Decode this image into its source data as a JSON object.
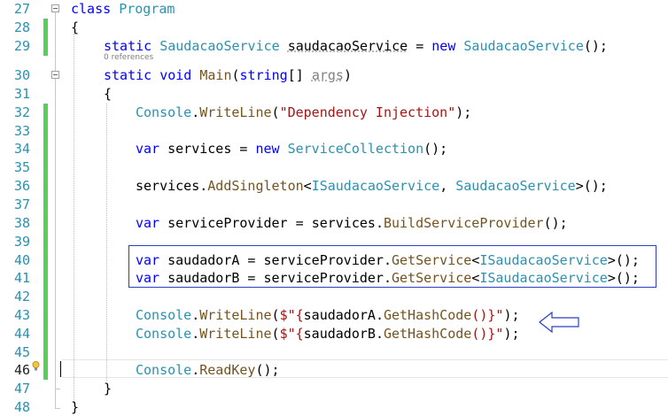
{
  "editor": {
    "lines": [
      {
        "num": "27"
      },
      {
        "num": "28"
      },
      {
        "num": "29"
      },
      {
        "num": "30"
      },
      {
        "num": "31"
      },
      {
        "num": "32"
      },
      {
        "num": "33"
      },
      {
        "num": "34"
      },
      {
        "num": "35"
      },
      {
        "num": "36"
      },
      {
        "num": "37"
      },
      {
        "num": "38"
      },
      {
        "num": "39"
      },
      {
        "num": "40"
      },
      {
        "num": "41"
      },
      {
        "num": "42"
      },
      {
        "num": "43"
      },
      {
        "num": "44"
      },
      {
        "num": "45"
      },
      {
        "num": "46"
      },
      {
        "num": "47"
      },
      {
        "num": "48"
      }
    ],
    "codelens": "0 references",
    "tokens": {
      "class_kw": "class",
      "program": "Program",
      "open_brace": "{",
      "close_brace": "}",
      "static_kw": "static",
      "void_kw": "void",
      "saudacao_service_type": "SaudacaoService",
      "saudacao_service_field": "saudacaoService",
      "eq": " = ",
      "new_kw": "new",
      "ctor_tail": "();",
      "main": "Main",
      "string_kw": "string",
      "args_open": "(",
      "args_mid": "[] ",
      "args": "args",
      "args_close": ")",
      "console": "Console",
      "dot": ".",
      "writeline": "WriteLine",
      "str_di": "\"Dependency Injection\"",
      "paren_semicolon": ");",
      "var_kw": "var",
      "services": "services",
      "service_collection": "ServiceCollection",
      "add_singleton": "AddSingleton",
      "lt": "<",
      "isaudacao": "ISaudacaoService",
      "comma": ", ",
      "gt_call": ">();",
      "service_provider": "serviceProvider",
      "build_sp": "BuildServiceProvider",
      "saudador_a": "saudadorA",
      "saudador_b": "saudadorB",
      "get_service": "GetService",
      "str_a_open": "$\"{",
      "get_hash_code": "GetHashCode",
      "str_close": "()}\"",
      "readkey": "ReadKey",
      "call_semicolon": "();",
      "paren_open": "("
    }
  },
  "colors": {
    "keyword": "#0000ff",
    "type": "#2b91af",
    "string": "#a31515",
    "method": "#74531f",
    "change_bar": "#57d05a",
    "highlight_box": "#2b3fbf"
  },
  "icons": [
    "lightbulb-icon",
    "left-arrow-icon",
    "fold-toggle-icon"
  ]
}
